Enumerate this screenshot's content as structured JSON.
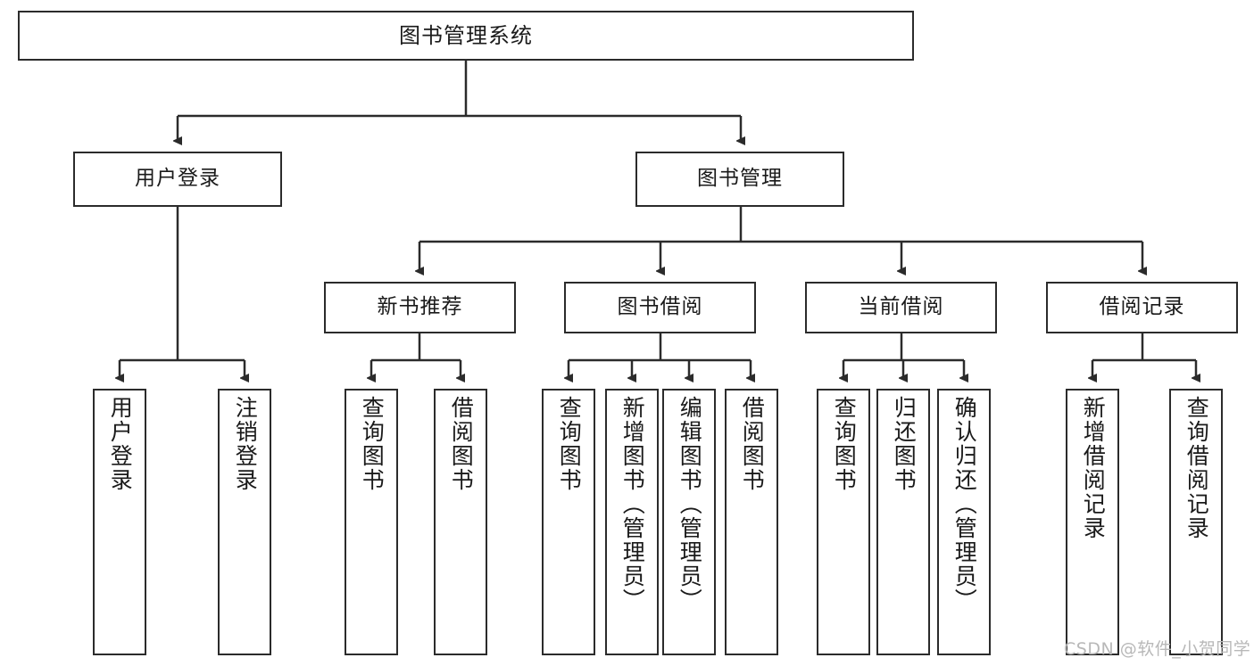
{
  "diagram": {
    "title": "图书管理系统",
    "type": "tree-hierarchy",
    "watermark": "CSDN @软件_小贺同学",
    "colors": {
      "box_border": "#2b2b2b",
      "box_fill": "#ffffff",
      "edge": "#2b2b2b",
      "text": "#1a1a1a",
      "watermark": "#b8b8b8",
      "background": "#ffffff"
    },
    "root": {
      "label": "图书管理系统"
    },
    "level2": [
      {
        "label": "用户登录"
      },
      {
        "label": "图书管理"
      }
    ],
    "level3": [
      {
        "label": "新书推荐"
      },
      {
        "label": "图书借阅"
      },
      {
        "label": "当前借阅"
      },
      {
        "label": "借阅记录"
      }
    ],
    "leaves": {
      "user_login": [
        {
          "label": "用户登录"
        },
        {
          "label": "注销登录"
        }
      ],
      "new_book_recommend": [
        {
          "label": "查询图书"
        },
        {
          "label": "借阅图书"
        }
      ],
      "book_borrow": [
        {
          "label": "查询图书"
        },
        {
          "label": "新增图书（管理员）"
        },
        {
          "label": "编辑图书（管理员）"
        },
        {
          "label": "借阅图书"
        }
      ],
      "current_borrow": [
        {
          "label": "查询图书"
        },
        {
          "label": "归还图书"
        },
        {
          "label": "确认归还（管理员）"
        }
      ],
      "borrow_record": [
        {
          "label": "新增借阅记录"
        },
        {
          "label": "查询借阅记录"
        }
      ]
    }
  }
}
